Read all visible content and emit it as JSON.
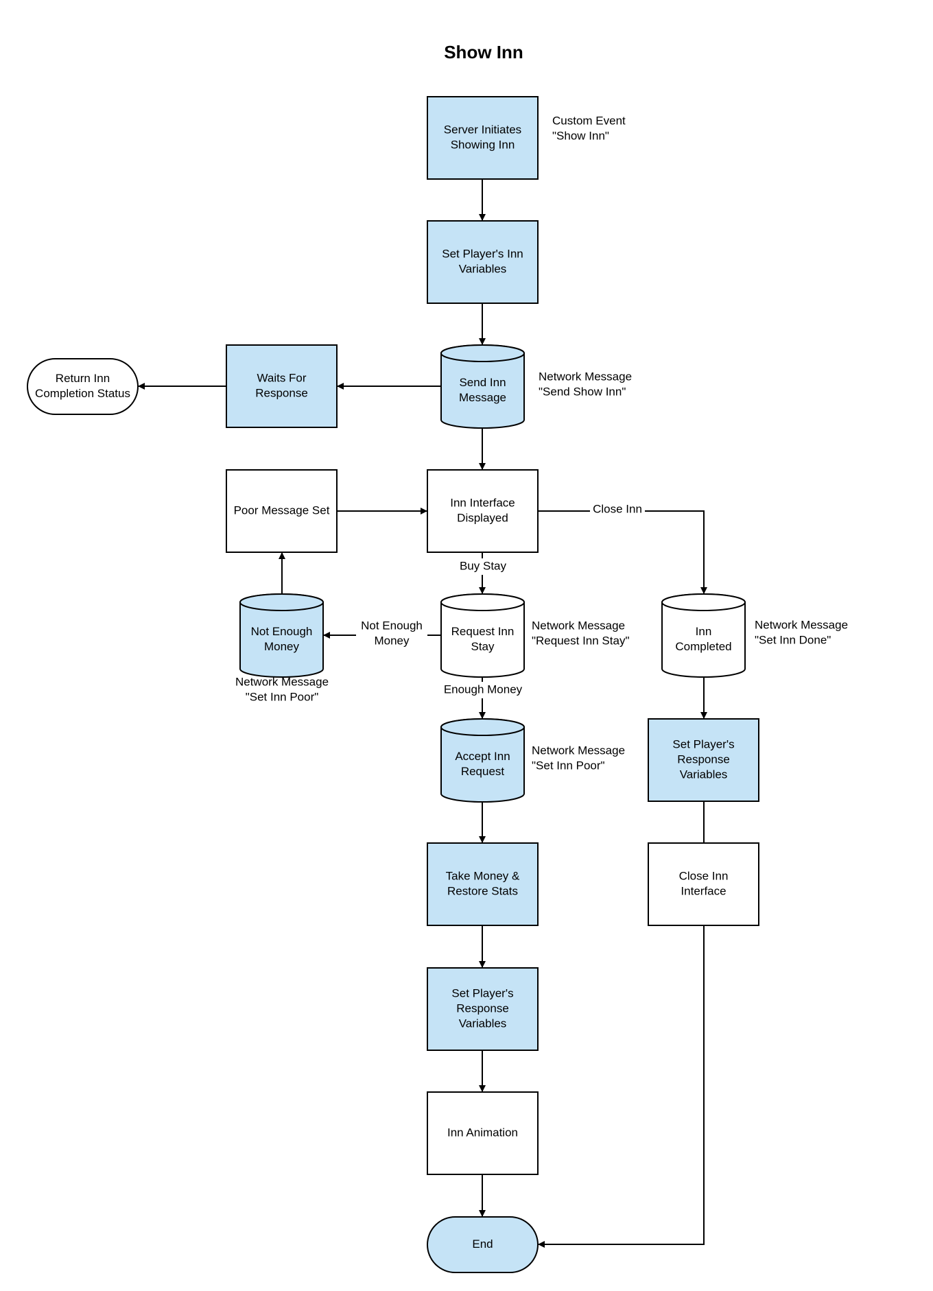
{
  "title": "Show Inn",
  "colors": {
    "fill_blue": "#c5e3f6",
    "fill_white": "#ffffff",
    "stroke": "#000000"
  },
  "nodes": {
    "server_initiates": {
      "lines": [
        "Server Initiates",
        "Showing Inn"
      ],
      "shape": "rect",
      "fill": "blue"
    },
    "set_inn_vars": {
      "lines": [
        "Set Player's Inn",
        "Variables"
      ],
      "shape": "rect",
      "fill": "blue"
    },
    "send_inn_message": {
      "lines": [
        "Send Inn",
        "Message"
      ],
      "shape": "cylinder",
      "fill": "blue"
    },
    "waits_for_response": {
      "lines": [
        "Waits For",
        "Response"
      ],
      "shape": "rect",
      "fill": "blue"
    },
    "return_inn_status": {
      "lines": [
        "Return Inn",
        "Completion Status"
      ],
      "shape": "terminator",
      "fill": "white"
    },
    "inn_interface": {
      "lines": [
        "Inn Interface",
        "Displayed"
      ],
      "shape": "rect",
      "fill": "white"
    },
    "poor_message_set": {
      "lines": [
        "Poor Message Set"
      ],
      "shape": "rect",
      "fill": "white"
    },
    "not_enough_money": {
      "lines": [
        "Not Enough",
        "Money"
      ],
      "shape": "cylinder",
      "fill": "blue"
    },
    "request_inn_stay": {
      "lines": [
        "Request Inn",
        "Stay"
      ],
      "shape": "cylinder",
      "fill": "white"
    },
    "inn_completed": {
      "lines": [
        "Inn",
        "Completed"
      ],
      "shape": "cylinder",
      "fill": "white"
    },
    "accept_inn_request": {
      "lines": [
        "Accept Inn",
        "Request"
      ],
      "shape": "cylinder",
      "fill": "blue"
    },
    "set_response_vars_right": {
      "lines": [
        "Set Player's",
        "Response",
        "Variables"
      ],
      "shape": "rect",
      "fill": "blue"
    },
    "take_money": {
      "lines": [
        "Take Money &",
        "Restore Stats"
      ],
      "shape": "rect",
      "fill": "blue"
    },
    "close_inn_interface": {
      "lines": [
        "Close Inn",
        "Interface"
      ],
      "shape": "rect",
      "fill": "white"
    },
    "set_response_vars_center": {
      "lines": [
        "Set Player's",
        "Response",
        "Variables"
      ],
      "shape": "rect",
      "fill": "blue"
    },
    "inn_animation": {
      "lines": [
        "Inn Animation"
      ],
      "shape": "rect",
      "fill": "white"
    },
    "end": {
      "lines": [
        "End"
      ],
      "shape": "terminator",
      "fill": "blue"
    }
  },
  "annotations": {
    "custom_event": [
      "Custom Event",
      "\"Show Inn\""
    ],
    "net_send_show": [
      "Network Message",
      "\"Send Show Inn\""
    ],
    "net_request_stay": [
      "Network Message",
      "\"Request Inn Stay\""
    ],
    "net_set_done": [
      "Network Message",
      "\"Set Inn Done\""
    ],
    "net_set_poor_left": [
      "Network Message",
      "\"Set Inn Poor\""
    ],
    "net_set_poor_accept": [
      "Network Message",
      "\"Set Inn Poor\""
    ]
  },
  "edge_labels": {
    "close_inn": [
      "Close Inn"
    ],
    "buy_stay": [
      "Buy Stay"
    ],
    "not_enough": [
      "Not Enough",
      "Money"
    ],
    "enough_money": [
      "Enough Money"
    ]
  }
}
